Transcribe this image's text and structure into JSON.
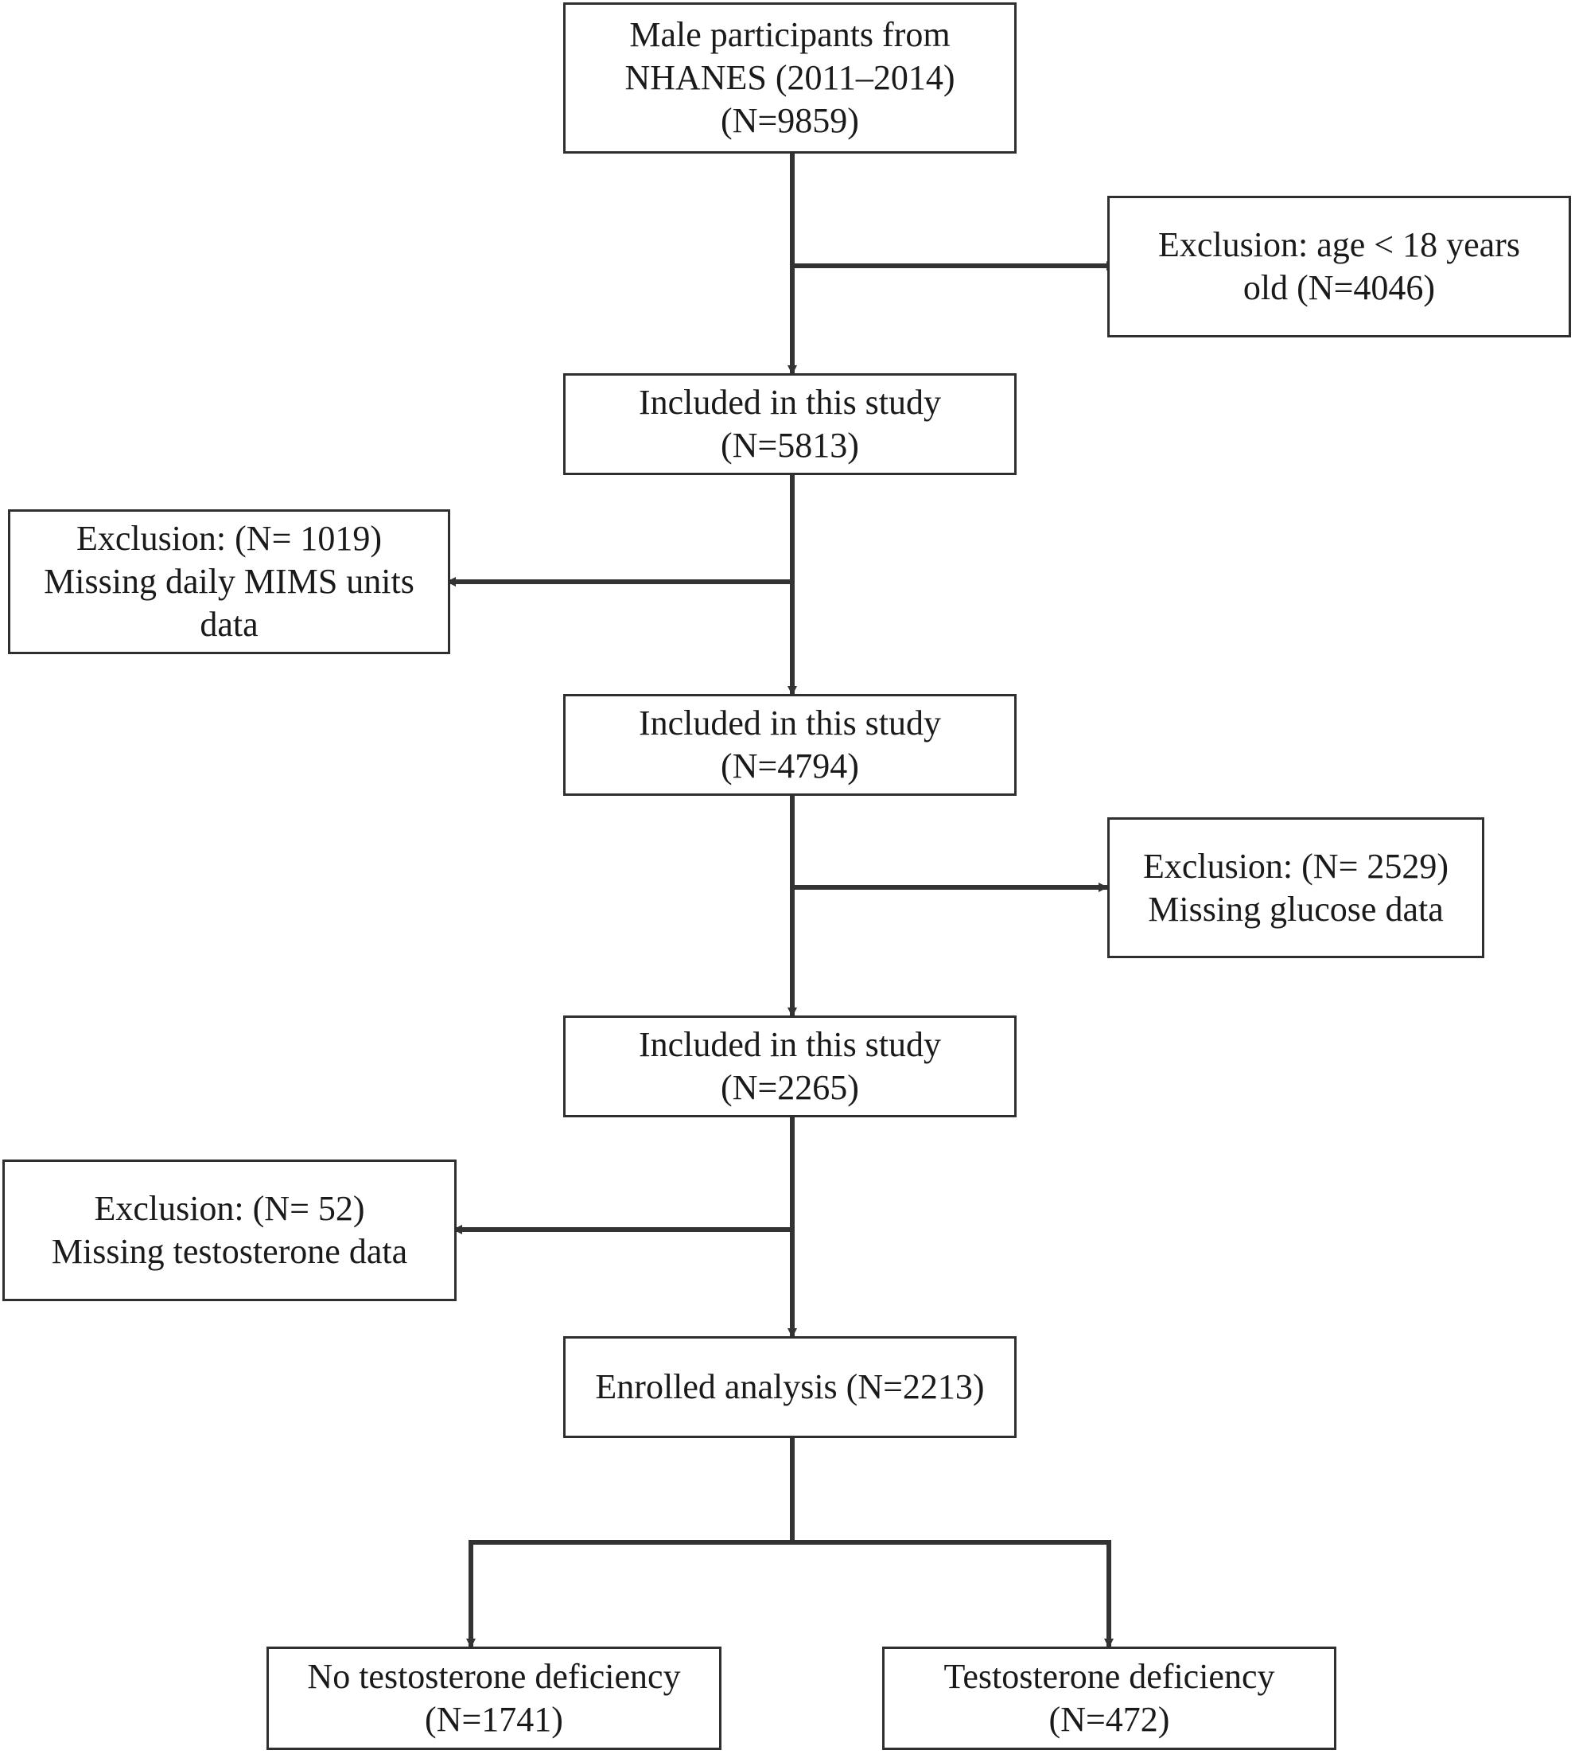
{
  "diagram": {
    "nodes": {
      "start": "Male participants from\nNHANES (2011–2014)\n(N=9859)",
      "excl_age": "Exclusion: age  < 18 years\nold (N=4046)",
      "incl_1": "Included in this study\n(N=5813)",
      "excl_mims": "Exclusion: (N= 1019)\nMissing daily MIMS units\ndata",
      "incl_2": "Included in this study\n(N=4794)",
      "excl_glucose": "Exclusion: (N= 2529)\nMissing glucose data",
      "incl_3": "Included in this study\n(N=2265)",
      "excl_testosterone": "Exclusion: (N= 52)\nMissing testosterone data",
      "enrolled": "Enrolled analysis (N=2213)",
      "no_deficiency": "No testosterone deficiency\n(N=1741)",
      "deficiency": "Testosterone deficiency\n(N=472)"
    },
    "colors": {
      "line": "#333333",
      "border": "#2f2f2f",
      "text": "#1a1a1a"
    }
  }
}
